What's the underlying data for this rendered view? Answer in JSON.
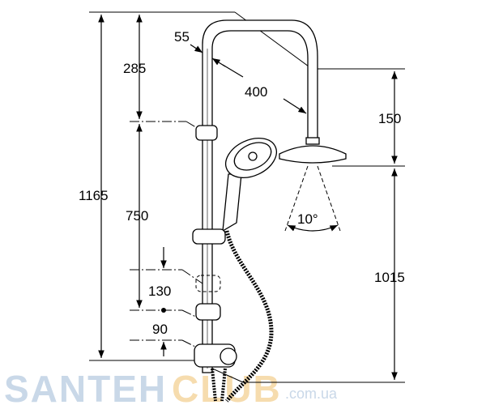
{
  "dimensions": {
    "total_height": "1165",
    "top_section": "285",
    "rail_section": "750",
    "rail_diameter": "55",
    "arm_reach": "400",
    "head_drop": "150",
    "head_height": "1015",
    "slider_offset": "130",
    "bottom_offset": "90",
    "spray_angle": "10°"
  },
  "watermark": {
    "part1": "SANTEH",
    "part2": "CLUB",
    "part3": ".com.ua"
  },
  "colors": {
    "line": "#000000",
    "watermark_blue": "#c9d8e8",
    "watermark_orange": "#f6dcae"
  }
}
